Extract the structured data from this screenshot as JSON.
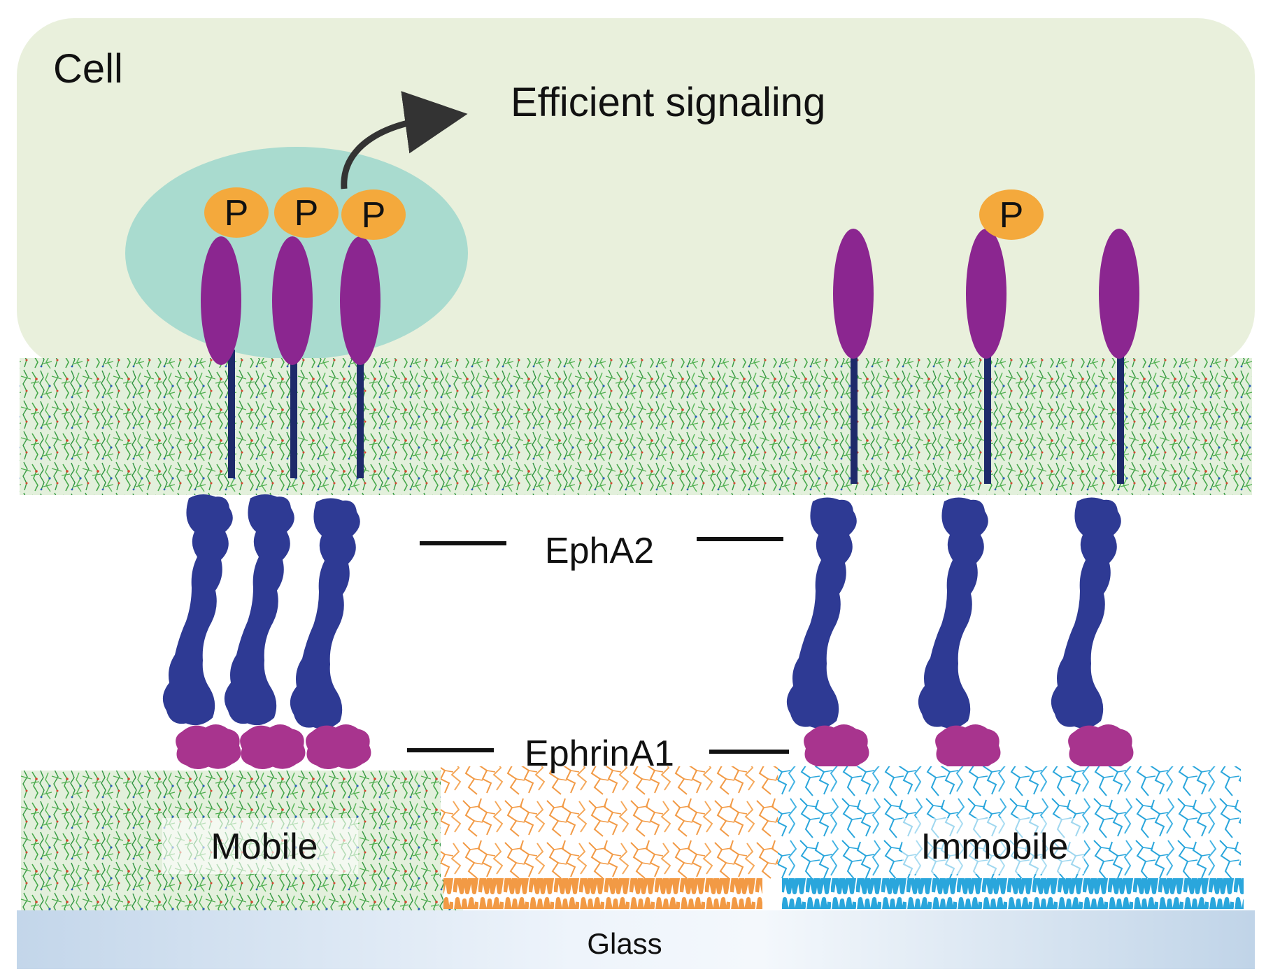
{
  "labels": {
    "cell": "Cell",
    "signaling": "Efficient signaling",
    "epha2": "EphA2",
    "ephrina1": "EphrinA1",
    "mobile": "Mobile",
    "immobile": "Immobile",
    "glass": "Glass"
  },
  "phospho": {
    "symbol": "P"
  },
  "colors": {
    "cell_background": "#e9f0dc",
    "cluster": "#a9dbcf",
    "receptor_intracellular": "#8b2690",
    "phosphate": "#f4a93c",
    "receptor_extracellular": "#2e3a94",
    "ligand": "#a8348e",
    "lipid": "#4aa84a",
    "polymer_orange": "#f29a45",
    "polymer_blue": "#2aa6dc",
    "glass": "#c6d8ea",
    "arrow": "#333333"
  }
}
